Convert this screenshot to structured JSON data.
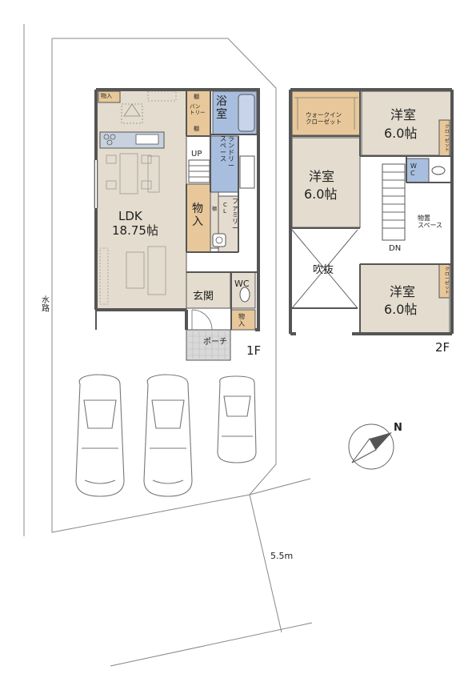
{
  "labels": {
    "waterway": "水路",
    "road_width": "5.5m",
    "floor1": "1F",
    "floor2": "2F",
    "compass": "N"
  },
  "floor1": {
    "ldk_name": "LDK",
    "ldk_size": "18.75帖",
    "storage_tl": "物入",
    "shelf1": "棚",
    "pantry": "パン\nトリー",
    "shelf2": "棚",
    "bath": "浴\n室",
    "up": "UP",
    "laundry": "ランドリー\nスペース",
    "storage_main": "物\n入",
    "shelf3": "棚",
    "cl": "C\nL",
    "family": "ファミリー",
    "wc": "WC",
    "genkan": "玄関",
    "storage_entry": "物\n入",
    "porch": "ポーチ"
  },
  "floor2": {
    "walkin": "ウォークイン\nクローゼット",
    "room_tr_name": "洋室",
    "room_tr_size": "6.0帖",
    "closet_tr": "クローゼット",
    "wc": "W\nC",
    "room_l_name": "洋室",
    "room_l_size": "6.0帖",
    "storage_space": "物置\nスペース",
    "dn": "DN",
    "atrium": "吹抜",
    "room_br_name": "洋室",
    "room_br_size": "6.0帖",
    "closet_br": "クローゼット"
  },
  "colors": {
    "ldk_fill": "#e4dcce",
    "storage_fill": "#e8c89a",
    "bath_fill": "#a8bede",
    "room_fill": "#e4dcce",
    "porch_fill": "#d9d9d9"
  }
}
